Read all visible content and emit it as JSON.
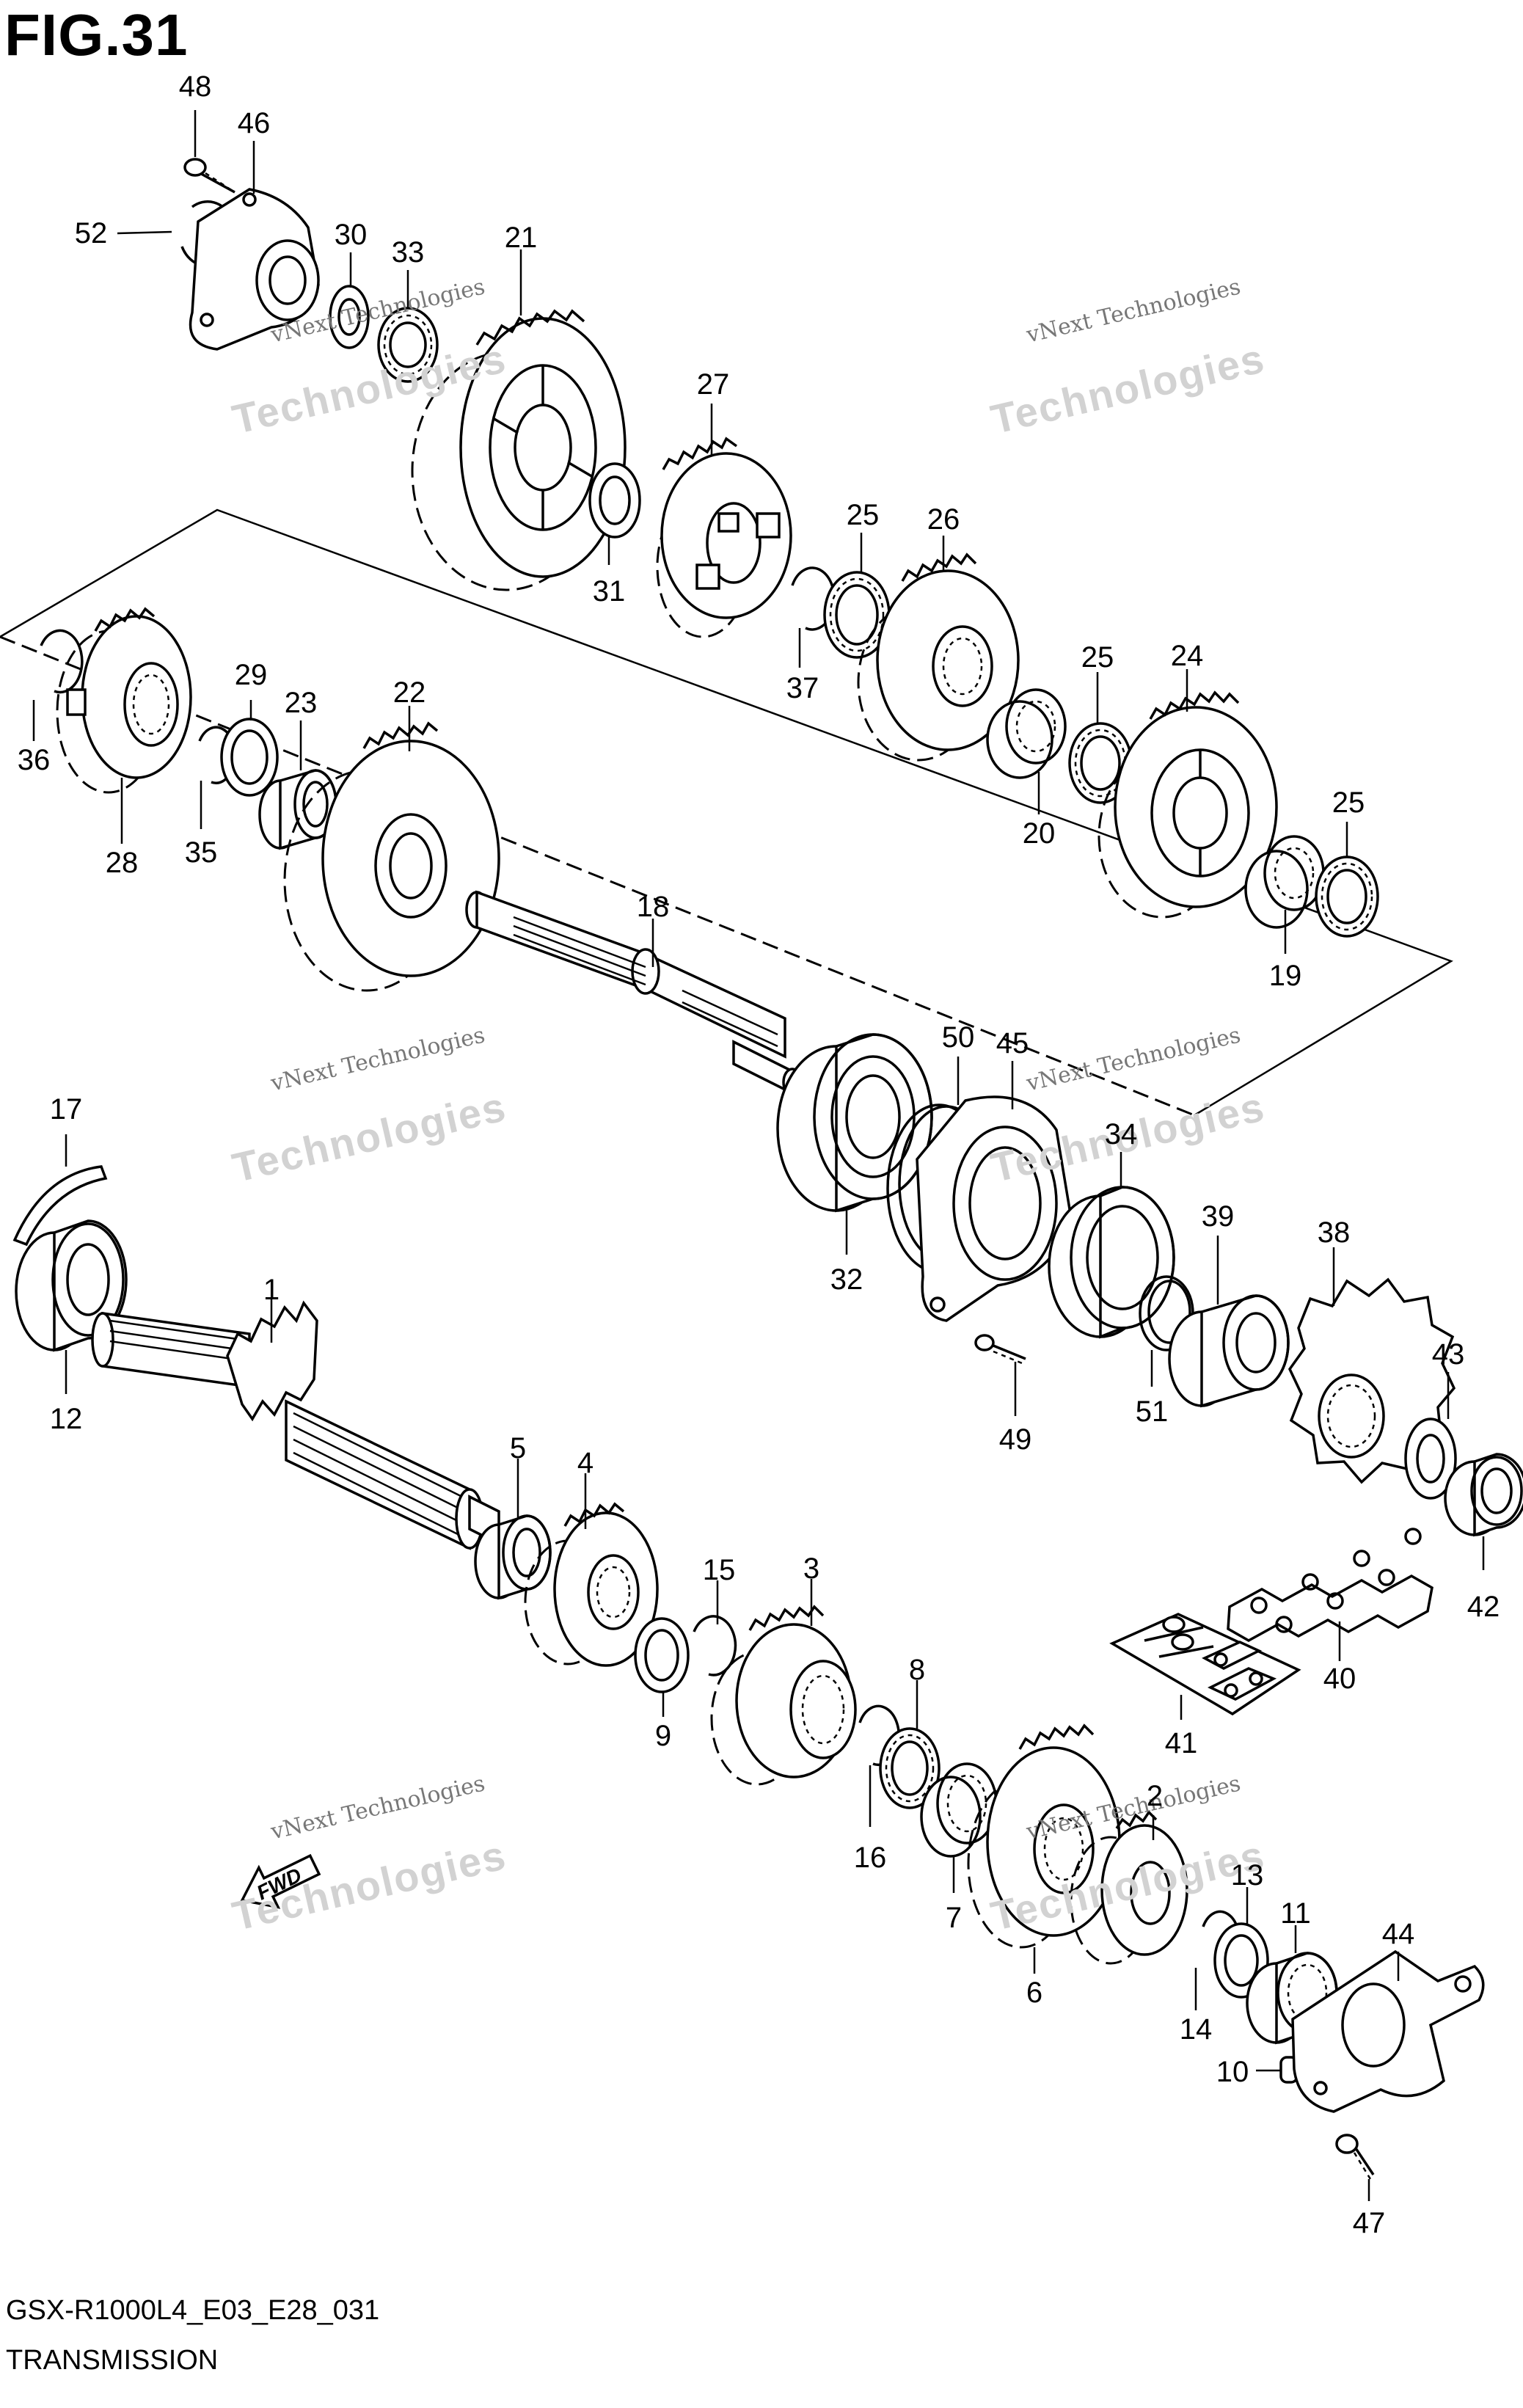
{
  "figure": {
    "title": "FIG.31",
    "model_code": "GSX-R1000L4_E03_E28_031",
    "section_name": "TRANSMISSION",
    "direction_label": "FWD"
  },
  "watermark": {
    "line1": "vNext Technologies",
    "line2": "Technologies"
  },
  "callouts": [
    "1",
    "2",
    "3",
    "4",
    "5",
    "6",
    "7",
    "8",
    "9",
    "10",
    "11",
    "12",
    "13",
    "14",
    "15",
    "16",
    "17",
    "18",
    "19",
    "20",
    "21",
    "22",
    "23",
    "24",
    "25",
    "26",
    "27",
    "28",
    "29",
    "30",
    "31",
    "32",
    "33",
    "34",
    "35",
    "36",
    "37",
    "38",
    "39",
    "40",
    "41",
    "42",
    "43",
    "44",
    "45",
    "46",
    "47",
    "48",
    "49",
    "50",
    "51",
    "52"
  ],
  "extra_callouts": [
    "25",
    "25"
  ]
}
